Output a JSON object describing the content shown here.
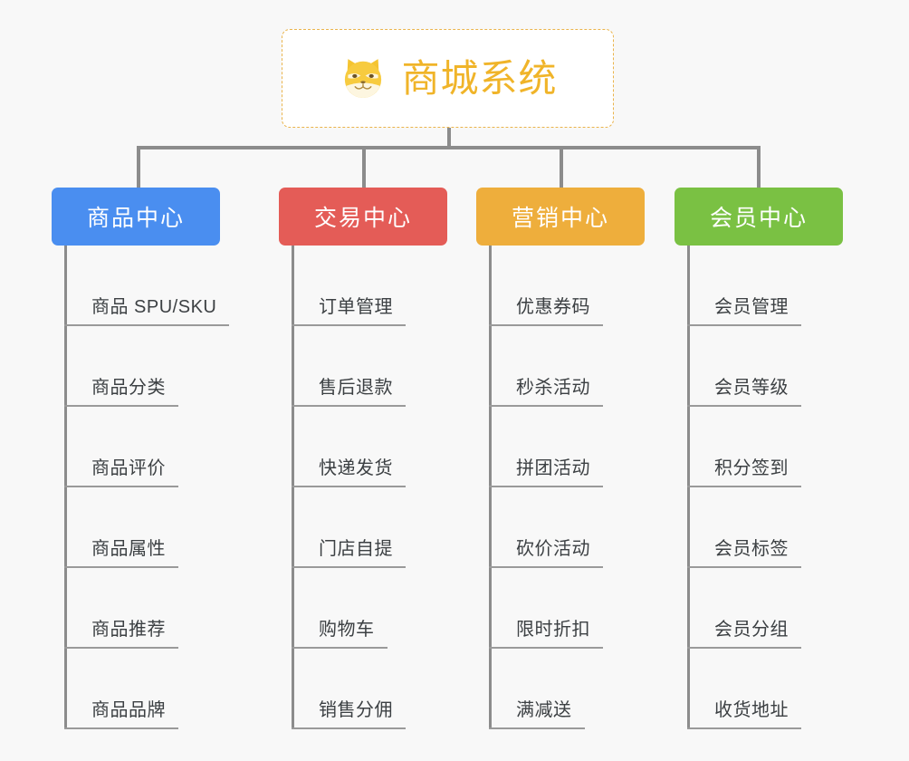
{
  "page": {
    "background_color": "#f8f8f8",
    "type": "mind-map",
    "text_color": "#3c4043",
    "line_color": "#8c8c8c"
  },
  "root": {
    "title": "商城系统",
    "icon": "shiba-dog-face-icon",
    "text_color": "#f0b429",
    "border_color": "#eab44c",
    "background_color": "#ffffff"
  },
  "columns": [
    {
      "title": "商品中心",
      "color": "#4a8ef0",
      "items": [
        {
          "label": "商品 SPU/SKU"
        },
        {
          "label": "商品分类"
        },
        {
          "label": "商品评价"
        },
        {
          "label": "商品属性"
        },
        {
          "label": "商品推荐"
        },
        {
          "label": "商品品牌"
        }
      ]
    },
    {
      "title": "交易中心",
      "color": "#e45c57",
      "items": [
        {
          "label": "订单管理"
        },
        {
          "label": "售后退款"
        },
        {
          "label": "快递发货"
        },
        {
          "label": "门店自提"
        },
        {
          "label": "购物车"
        },
        {
          "label": "销售分佣"
        }
      ]
    },
    {
      "title": "营销中心",
      "color": "#eeae3c",
      "items": [
        {
          "label": "优惠券码"
        },
        {
          "label": "秒杀活动"
        },
        {
          "label": "拼团活动"
        },
        {
          "label": "砍价活动"
        },
        {
          "label": "限时折扣"
        },
        {
          "label": "满减送"
        }
      ]
    },
    {
      "title": "会员中心",
      "color": "#7ac143",
      "items": [
        {
          "label": "会员管理"
        },
        {
          "label": "会员等级"
        },
        {
          "label": "积分签到"
        },
        {
          "label": "会员标签"
        },
        {
          "label": "会员分组"
        },
        {
          "label": "收货地址"
        }
      ]
    }
  ]
}
